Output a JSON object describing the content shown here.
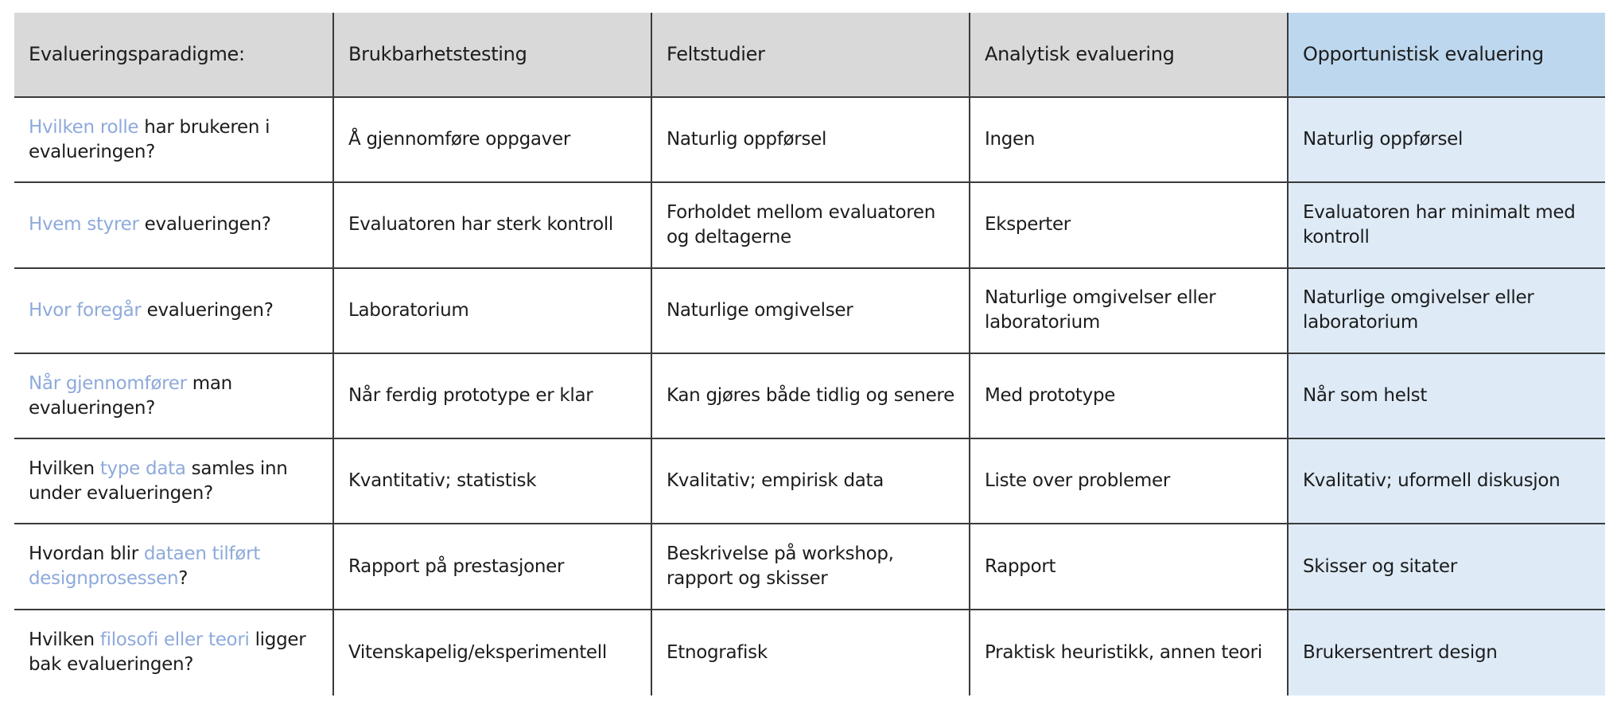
{
  "headers": [
    "Evalueringsparadigme:",
    "Brukbarhetstesting",
    "Feltstudier",
    "Analytisk evaluering",
    "Opportunistisk evaluering"
  ],
  "questions": [
    {
      "pre": "",
      "hl": "Hvilken rolle",
      "post": " har brukeren i evalueringen?"
    },
    {
      "pre": "",
      "hl": "Hvem styrer",
      "post": " evalueringen?"
    },
    {
      "pre": "",
      "hl": "Hvor foregår",
      "post": " evalueringen?"
    },
    {
      "pre": "",
      "hl": "Når gjennomfører",
      "post": " man evalueringen?"
    },
    {
      "pre": "Hvilken ",
      "hl": "type data",
      "post": " samles inn under evalueringen?"
    },
    {
      "pre": "Hvordan blir ",
      "hl": "dataen tilført designprosessen",
      "post": "?"
    },
    {
      "pre": "Hvilken ",
      "hl": "filosofi eller teori",
      "post": " ligger bak evalueringen?"
    }
  ],
  "rows": [
    [
      "Å gjennomføre oppgaver",
      "Naturlig oppførsel",
      "Ingen",
      "Naturlig oppførsel"
    ],
    [
      "Evaluatoren har sterk kontroll",
      "Forholdet mellom evaluatoren og deltagerne",
      "Eksperter",
      "Evaluatoren har minimalt med kontroll"
    ],
    [
      "Laboratorium",
      "Naturlige omgivelser",
      "Naturlige omgivelser eller laboratorium",
      "Naturlige omgivelser eller laboratorium"
    ],
    [
      "Når ferdig prototype er klar",
      "Kan gjøres både tidlig og senere",
      "Med prototype",
      "Når som helst"
    ],
    [
      "Kvantitativ; statistisk",
      "Kvalitativ; empirisk data",
      "Liste over problemer",
      "Kvalitativ; uformell diskusjon"
    ],
    [
      "Rapport på prestasjoner",
      "Beskrivelse på workshop, rapport og skisser",
      "Rapport",
      "Skisser og sitater"
    ],
    [
      "Vitenskapelig/eksperimentell",
      "Etnografisk",
      "Praktisk heuristikk, annen teori",
      "Brukersentrert design"
    ]
  ],
  "colors": {
    "header_bg": "#d9d9d9",
    "highlight_header_bg": "#bdd7ee",
    "highlight_col_bg": "#deebf7",
    "accent_text": "#8eaadb",
    "border": "#3a3a3a"
  }
}
